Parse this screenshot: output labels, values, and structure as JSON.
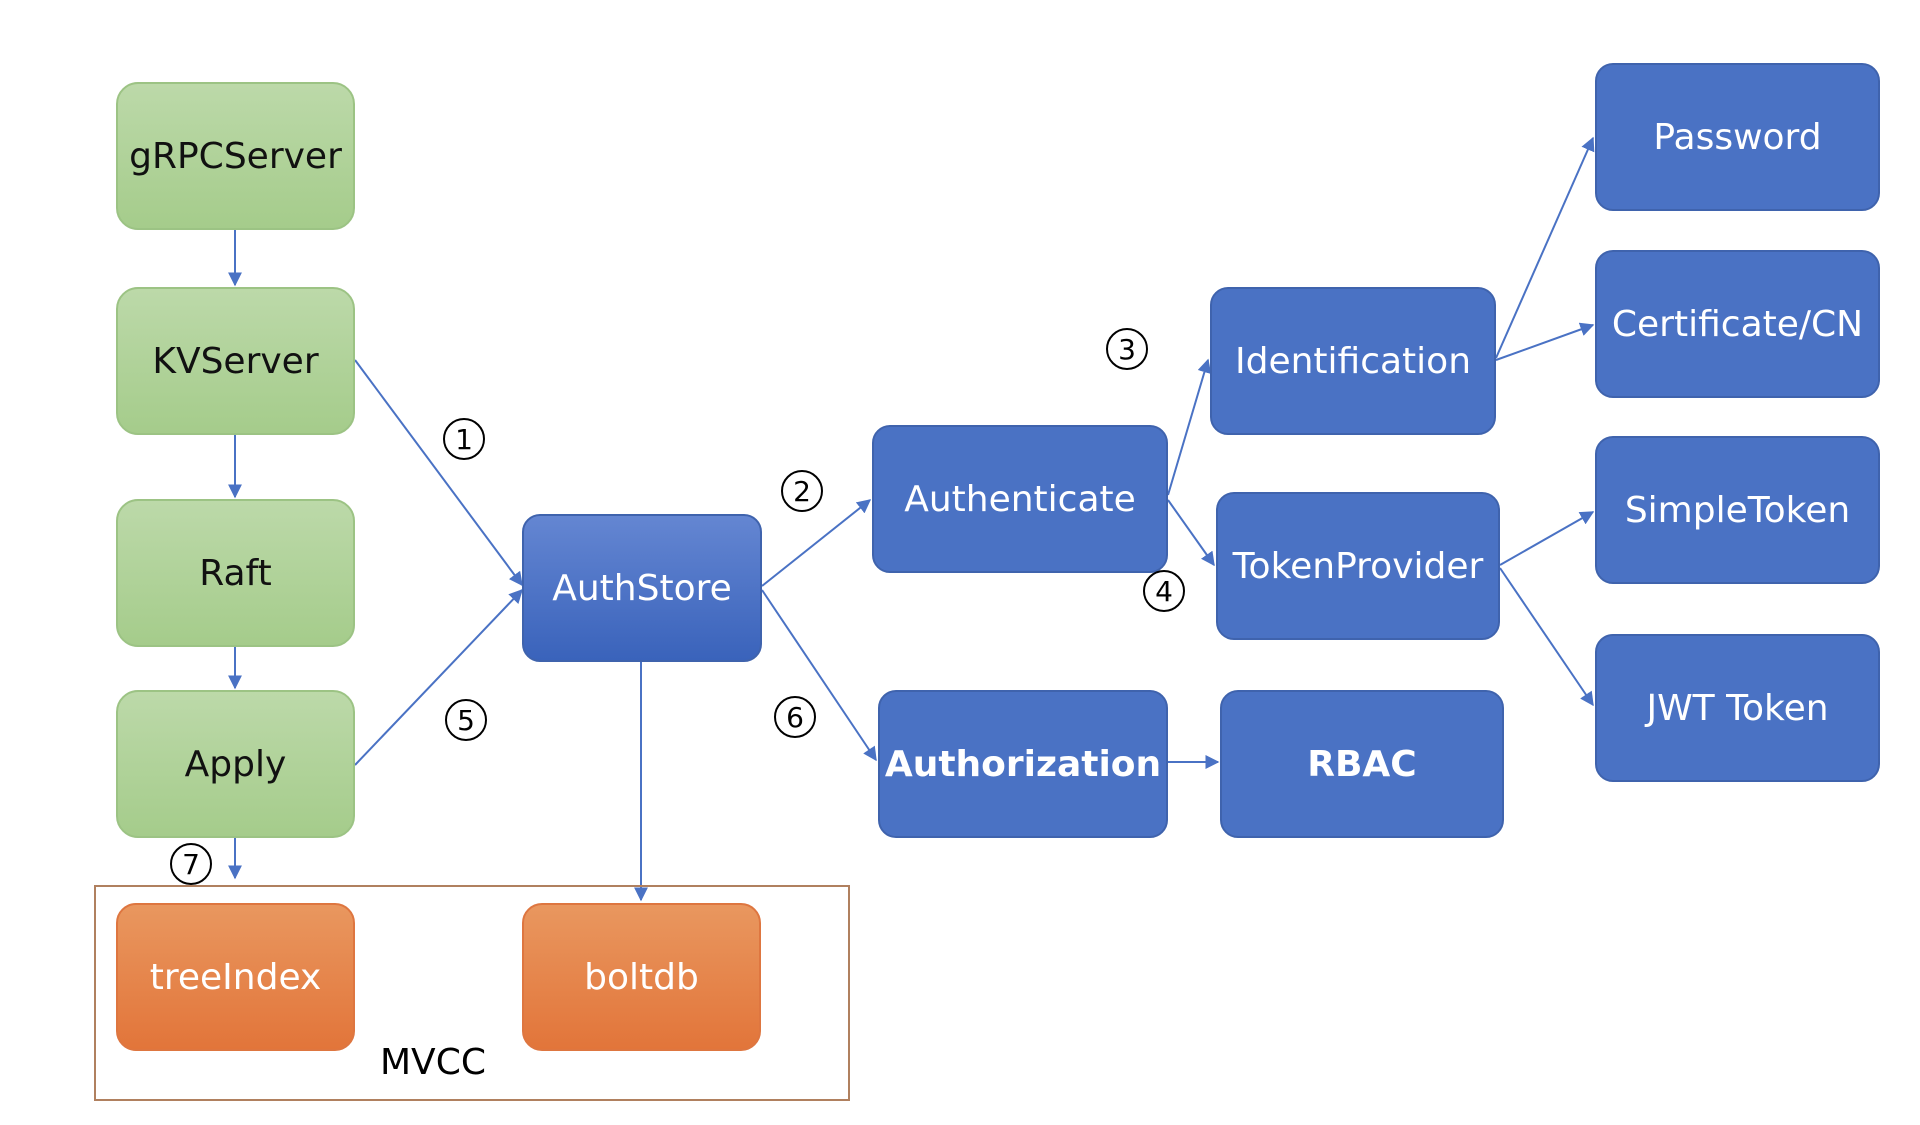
{
  "colors": {
    "green": "#a9cf90",
    "blue": "#4a72c4",
    "orange": "#e5803f",
    "arrow": "#4a72c4",
    "frame": "#b0805f"
  },
  "nodes": {
    "grpc_server": "gRPCServer",
    "kv_server": "KVServer",
    "raft": "Raft",
    "apply": "Apply",
    "auth_store": "AuthStore",
    "authenticate": "Authenticate",
    "authorization": "Authorization",
    "identification": "Identification",
    "token_provider": "TokenProvider",
    "rbac": "RBAC",
    "password": "Password",
    "certificate_cn": "Certificate/CN",
    "simple_token": "SimpleToken",
    "jwt_token": "JWT Token",
    "tree_index": "treeIndex",
    "boltdb": "boltdb"
  },
  "group": {
    "mvcc_label": "MVCC"
  },
  "steps": [
    "1",
    "2",
    "3",
    "4",
    "5",
    "6",
    "7"
  ]
}
